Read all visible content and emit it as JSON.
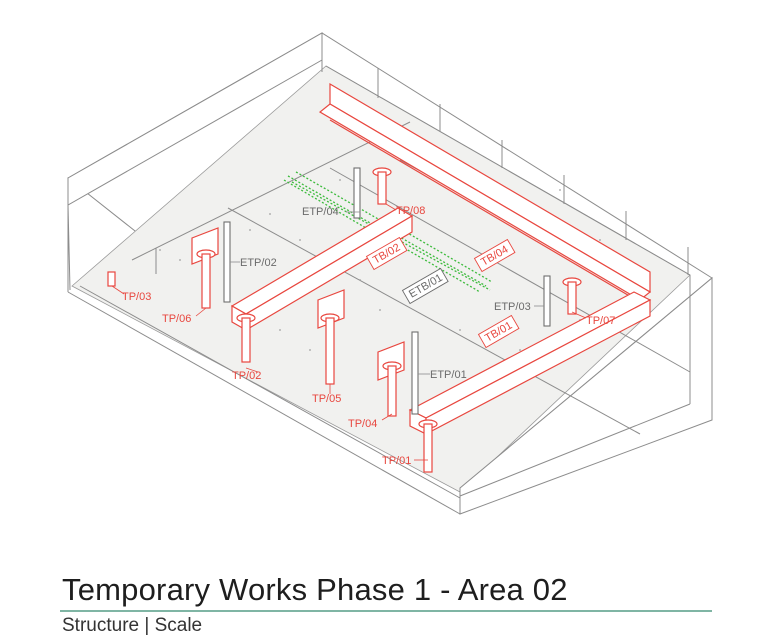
{
  "title": "Temporary Works Phase 1 - Area 02",
  "subtitle": "Structure | Scale",
  "colors": {
    "temporary_works": "#e8473f",
    "existing": "#8c8c8c",
    "rebar": "#3dbb3d",
    "accent_rule": "#7fb5a4"
  },
  "labels": {
    "tp01": "TP/01",
    "tp02": "TP/02",
    "tp03": "TP/03",
    "tp04": "TP/04",
    "tp05": "TP/05",
    "tp06": "TP/06",
    "tp07": "TP/07",
    "tp08": "TP/08",
    "tb01": "TB/01",
    "tb02": "TB/02",
    "tb04": "TB/04",
    "etb01": "ETB/01",
    "etp01": "ETP/01",
    "etp02": "ETP/02",
    "etp03": "ETP/03",
    "etp04": "ETP/04"
  }
}
